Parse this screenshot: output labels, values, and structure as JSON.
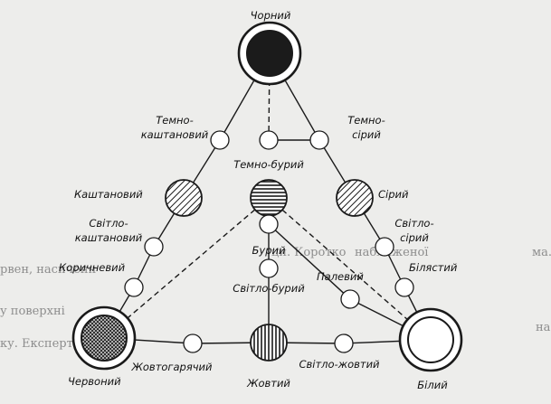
{
  "diagram": {
    "nodes": [
      {
        "id": "chornyi",
        "label": "Чорний",
        "fill": "#1b1b1b",
        "pattern": "solid",
        "size": "corner"
      },
      {
        "id": "temno-kashtanovyi",
        "label": "Темно-\nкаштановий",
        "fill": "#ffffff",
        "pattern": "none",
        "size": "small"
      },
      {
        "id": "top-mid-small",
        "label": "",
        "fill": "#ffffff",
        "pattern": "none",
        "size": "small"
      },
      {
        "id": "temno-siryi",
        "label": "Темно-\nсірий",
        "fill": "#ffffff",
        "pattern": "none",
        "size": "small"
      },
      {
        "id": "kashtanovyi",
        "label": "Каштановий",
        "fill": "#ffffff",
        "pattern": "diagonal",
        "size": "medium"
      },
      {
        "id": "temno-buryi",
        "label": "Темно-бурий",
        "fill": "#ffffff",
        "pattern": "horizontal",
        "size": "medium"
      },
      {
        "id": "siryi",
        "label": "Сірий",
        "fill": "#ffffff",
        "pattern": "diagonal",
        "size": "medium"
      },
      {
        "id": "svitlo-kashtanovyi",
        "label": "Світло-\nкаштановий",
        "fill": "#ffffff",
        "pattern": "none",
        "size": "small"
      },
      {
        "id": "buryi",
        "label": "Бурий",
        "fill": "#ffffff",
        "pattern": "none",
        "size": "small"
      },
      {
        "id": "svitlo-siryi",
        "label": "Світло-\nсірий",
        "fill": "#ffffff",
        "pattern": "none",
        "size": "small"
      },
      {
        "id": "korychnevyi",
        "label": "Коричневий",
        "fill": "#ffffff",
        "pattern": "none",
        "size": "small"
      },
      {
        "id": "bilyastyi",
        "label": "Білястий",
        "fill": "#ffffff",
        "pattern": "none",
        "size": "small"
      },
      {
        "id": "svitlo-buryi",
        "label": "Світло-бурий",
        "fill": "#ffffff",
        "pattern": "none",
        "size": "small"
      },
      {
        "id": "palevyi",
        "label": "Палевий",
        "fill": "#ffffff",
        "pattern": "none",
        "size": "small"
      },
      {
        "id": "chervonyi",
        "label": "Червоний",
        "fill": "#ffffff",
        "pattern": "crosshatch",
        "size": "corner"
      },
      {
        "id": "zhovtoharyachyi",
        "label": "Жовтогарячий",
        "fill": "#ffffff",
        "pattern": "none",
        "size": "small"
      },
      {
        "id": "zhovtyi",
        "label": "Жовтий",
        "fill": "#ffffff",
        "pattern": "vertical",
        "size": "medium"
      },
      {
        "id": "svitlo-zhovtyi",
        "label": "Світло-жовтий",
        "fill": "#ffffff",
        "pattern": "none",
        "size": "small"
      },
      {
        "id": "bilyi",
        "label": "Білий",
        "fill": "#ffffff",
        "pattern": "none",
        "size": "corner"
      }
    ],
    "edges": [
      {
        "from": "chornyi",
        "to": "temno-kashtanovyi",
        "style": "solid"
      },
      {
        "from": "temno-kashtanovyi",
        "to": "kashtanovyi",
        "style": "solid"
      },
      {
        "from": "kashtanovyi",
        "to": "svitlo-kashtanovyi",
        "style": "solid"
      },
      {
        "from": "svitlo-kashtanovyi",
        "to": "korychnevyi",
        "style": "solid"
      },
      {
        "from": "korychnevyi",
        "to": "chervonyi",
        "style": "solid"
      },
      {
        "from": "chornyi",
        "to": "temno-siryi",
        "style": "solid"
      },
      {
        "from": "temno-siryi",
        "to": "siryi",
        "style": "solid"
      },
      {
        "from": "siryi",
        "to": "svitlo-siryi",
        "style": "solid"
      },
      {
        "from": "svitlo-siryi",
        "to": "bilyastyi",
        "style": "solid"
      },
      {
        "from": "bilyastyi",
        "to": "bilyi",
        "style": "solid"
      },
      {
        "from": "chervonyi",
        "to": "zhovtoharyachyi",
        "style": "solid"
      },
      {
        "from": "zhovtoharyachyi",
        "to": "zhovtyi",
        "style": "solid"
      },
      {
        "from": "zhovtyi",
        "to": "svitlo-zhovtyi",
        "style": "solid"
      },
      {
        "from": "svitlo-zhovtyi",
        "to": "bilyi",
        "style": "solid"
      },
      {
        "from": "chornyi",
        "to": "top-mid-small",
        "style": "dashed"
      },
      {
        "from": "top-mid-small",
        "to": "temno-siryi",
        "style": "solid"
      },
      {
        "from": "temno-buryi",
        "to": "buryi",
        "style": "solid"
      },
      {
        "from": "buryi",
        "to": "svitlo-buryi",
        "style": "solid"
      },
      {
        "from": "svitlo-buryi",
        "to": "zhovtyi",
        "style": "solid"
      },
      {
        "from": "temno-buryi",
        "to": "chervonyi",
        "style": "dashed"
      },
      {
        "from": "temno-buryi",
        "to": "bilyi",
        "style": "dashed"
      },
      {
        "from": "buryi",
        "to": "palevyi",
        "style": "solid"
      },
      {
        "from": "palevyi",
        "to": "bilyi",
        "style": "solid"
      }
    ]
  },
  "background_text": [
    "ци. Коротко",
    "наближеної",
    "ма. Вишгород",
    "рвен, насиченн",
    "у поверхні",
    "на",
    "ку. Експерт"
  ],
  "colors": {
    "background": "#ededeb",
    "line": "#1a1a1a",
    "text": "#111111"
  }
}
